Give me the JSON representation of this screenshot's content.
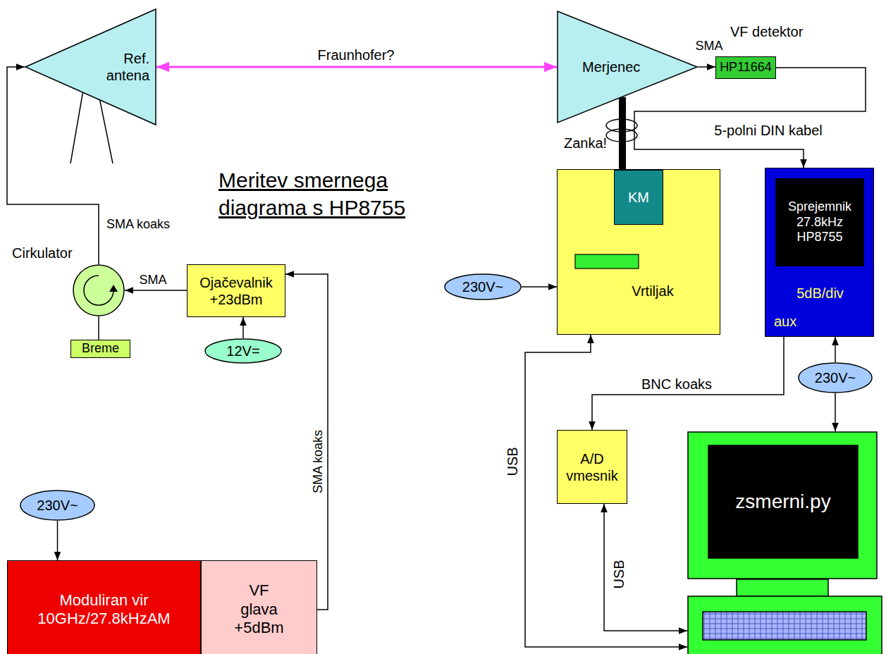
{
  "diagram": {
    "title": "Meritev smernega diagrama s HP8755",
    "nodes": [
      {
        "text": [
          "Ref. antena"
        ]
      },
      {
        "text": [
          "Merjenec"
        ]
      },
      {
        "text": [
          "VF detektor",
          "HP11664"
        ]
      },
      {
        "text": [
          "Vrtiljak"
        ]
      },
      {
        "text": [
          "KM"
        ],
        "in": 3
      },
      {
        "text": [
          "5dB/div",
          "aux"
        ]
      },
      {
        "text": [
          "Sprejemnik 27.8kHz HP8755"
        ],
        "in": 5
      },
      {
        "text": [
          "Cirkulator"
        ]
      },
      {
        "text": [
          "Ojačevalnik +23dBm"
        ]
      },
      {
        "text": [
          "230V~"
        ]
      },
      {
        "text": [
          "12V="
        ]
      },
      {
        "text": [
          "Breme"
        ]
      },
      {
        "text": [
          "230V~"
        ]
      },
      {
        "text": [
          "A/D vmesnik"
        ]
      },
      {
        "text": [
          "zsmerni.py"
        ]
      },
      {
        "text": [
          "230V~"
        ]
      },
      {
        "text": [
          "Moduliran vir 10GHz/27.8kHzAM"
        ]
      },
      {
        "text": [
          "VF glava +5dBm"
        ]
      }
    ],
    "edges": [
      {
        "from": 0,
        "to": 1,
        "arrow": "both",
        "label": "Fraunhofer?"
      },
      {
        "from": 1,
        "to": 2,
        "arrow": "to",
        "label": "SMA"
      },
      {
        "from": 2,
        "to": 5,
        "arrow": "to",
        "label": "5-polni DIN kabel"
      },
      {
        "from": 1,
        "to": 4,
        "arrow": "none"
      },
      {
        "from": 9,
        "to": 3,
        "arrow": "to"
      },
      {
        "from": 12,
        "to": 5,
        "arrow": "to"
      },
      {
        "from": 12,
        "to": 14,
        "arrow": "to"
      },
      {
        "from": 5,
        "to": 13,
        "arrow": "to",
        "label": "BNC koaks"
      },
      {
        "from": 13,
        "to": 14,
        "arrow": "both",
        "label": "USB"
      },
      {
        "from": 3,
        "to": 14,
        "arrow": "both",
        "label": "USB"
      },
      {
        "from": 8,
        "to": 7,
        "arrow": "to",
        "label": "SMA"
      },
      {
        "from": 7,
        "to": 11,
        "arrow": "none"
      },
      {
        "from": 7,
        "to": 0,
        "arrow": "to",
        "label": "SMA koaks"
      },
      {
        "from": 10,
        "to": 8,
        "arrow": "to"
      },
      {
        "from": 17,
        "to": 8,
        "arrow": "to",
        "label": "SMA koaks"
      },
      {
        "from": 15,
        "to": 16,
        "arrow": "to"
      }
    ],
    "labels": [
      "Zanka!"
    ]
  }
}
